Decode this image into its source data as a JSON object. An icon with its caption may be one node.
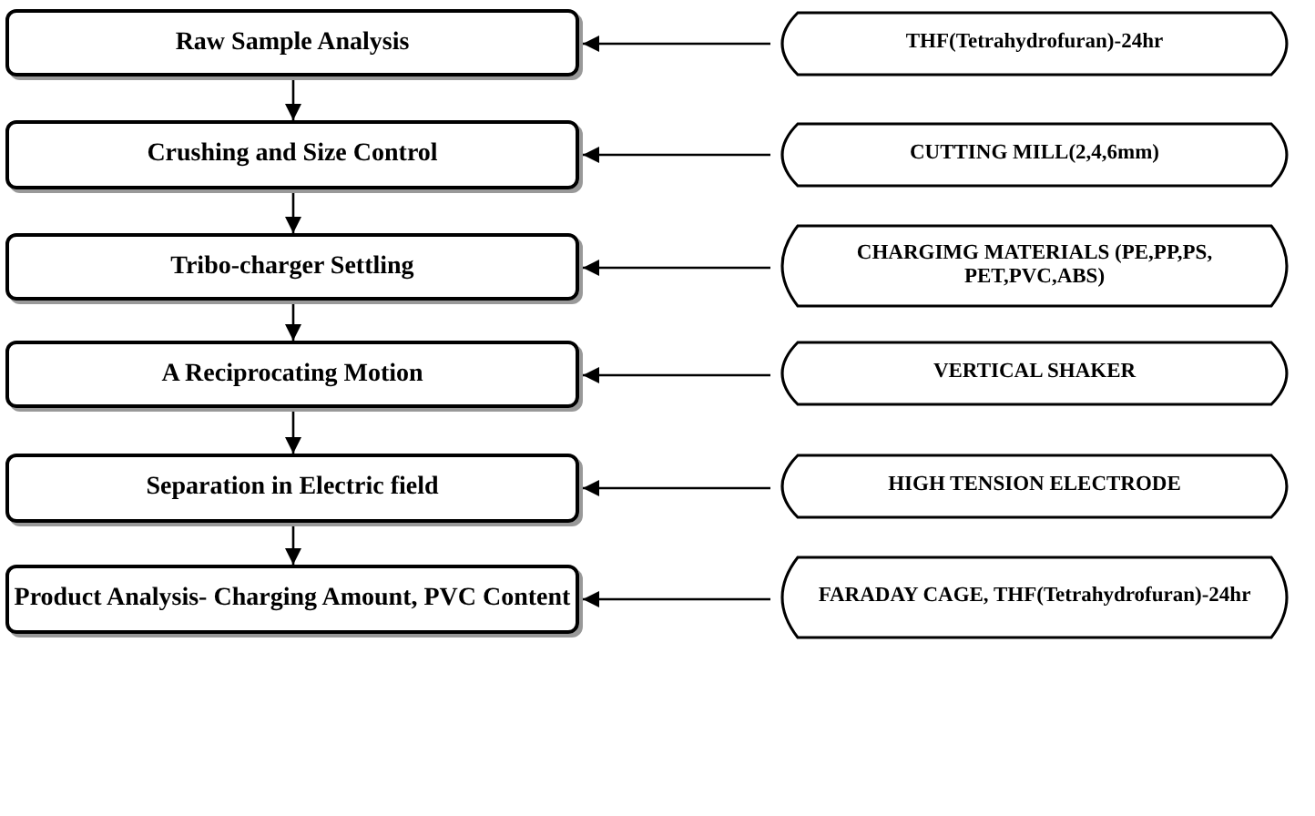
{
  "diagram": {
    "nodes": [
      {
        "text": [
          "Raw Sample Analysis"
        ]
      },
      {
        "text": [
          "Crushing and Size Control"
        ]
      },
      {
        "text": [
          "Tribo-charger Settling"
        ]
      },
      {
        "text": [
          "A Reciprocating Motion"
        ]
      },
      {
        "text": [
          "Separation in Electric field"
        ]
      },
      {
        "text": [
          "Product Analysis- Charging Amount, PVC Content"
        ]
      },
      {
        "text": [
          "THF(Tetrahydrofuran)-24hr"
        ]
      },
      {
        "text": [
          "CUTTING MILL(2,4,6mm)"
        ]
      },
      {
        "text": [
          "CHARGIMG MATERIALS (PE,PP,PS, PET,PVC,ABS)"
        ]
      },
      {
        "text": [
          "VERTICAL SHAKER"
        ]
      },
      {
        "text": [
          "HIGH TENSION ELECTRODE"
        ]
      },
      {
        "text": [
          "FARADAY CAGE, THF(Tetrahydrofuran)-24hr"
        ]
      }
    ],
    "edges": [
      {
        "from": 0,
        "to": 1,
        "arrow": "to"
      },
      {
        "from": 1,
        "to": 2,
        "arrow": "to"
      },
      {
        "from": 2,
        "to": 3,
        "arrow": "to"
      },
      {
        "from": 3,
        "to": 4,
        "arrow": "to"
      },
      {
        "from": 4,
        "to": 5,
        "arrow": "to"
      },
      {
        "from": 6,
        "to": 0,
        "arrow": "to"
      },
      {
        "from": 7,
        "to": 1,
        "arrow": "to"
      },
      {
        "from": 8,
        "to": 2,
        "arrow": "to"
      },
      {
        "from": 9,
        "to": 3,
        "arrow": "to"
      },
      {
        "from": 10,
        "to": 4,
        "arrow": "to"
      },
      {
        "from": 11,
        "to": 5,
        "arrow": "to"
      }
    ]
  }
}
